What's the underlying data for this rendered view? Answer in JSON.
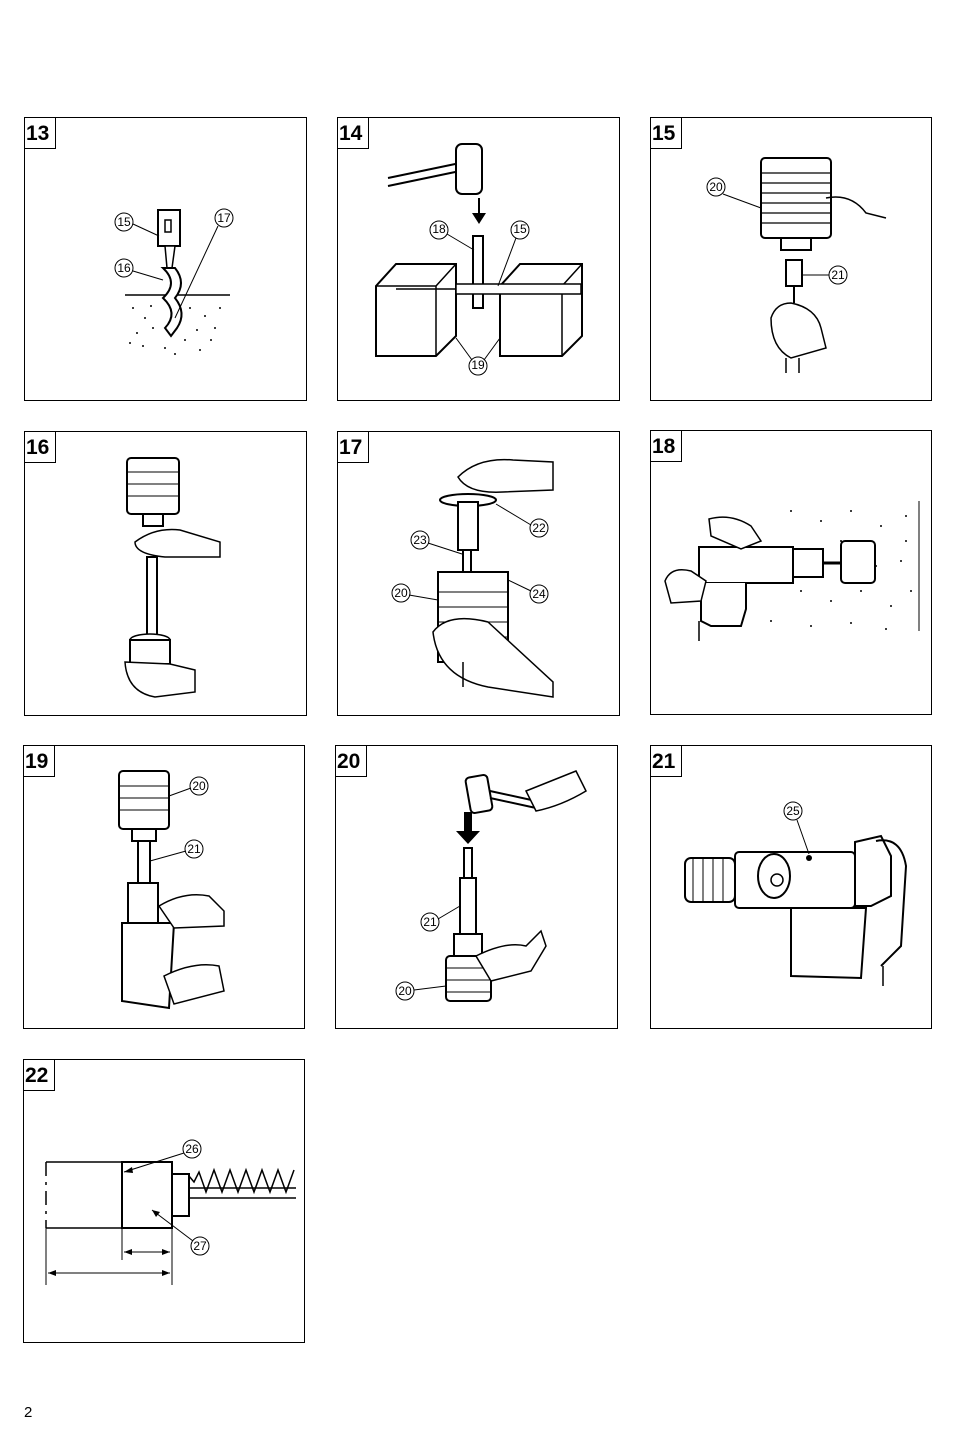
{
  "page_number": "2",
  "panels": [
    {
      "number": "13",
      "callouts": [
        "15",
        "17",
        "16"
      ]
    },
    {
      "number": "14",
      "callouts": [
        "18",
        "15",
        "19"
      ]
    },
    {
      "number": "15",
      "callouts": [
        "20",
        "21"
      ]
    },
    {
      "number": "16",
      "callouts": []
    },
    {
      "number": "17",
      "callouts": [
        "22",
        "23",
        "20",
        "24"
      ]
    },
    {
      "number": "18",
      "callouts": []
    },
    {
      "number": "19",
      "callouts": [
        "20",
        "21"
      ]
    },
    {
      "number": "20",
      "callouts": [
        "21",
        "20"
      ]
    },
    {
      "number": "21",
      "callouts": [
        "25"
      ]
    },
    {
      "number": "22",
      "callouts": [
        "26",
        "27"
      ]
    }
  ]
}
